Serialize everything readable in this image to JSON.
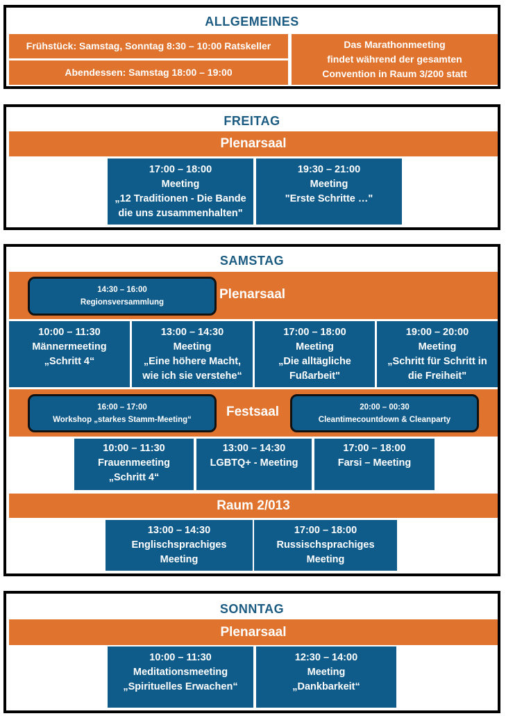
{
  "allgemeines": {
    "title": "ALLGEMEINES",
    "breakfast": "Frühstück: Samstag, Sonntag 8:30 – 10:00 Ratskeller",
    "dinner": "Abendessen: Samstag 18:00 – 19:00",
    "marathon": [
      "Das Marathonmeeting",
      "findet während der gesamten",
      "Convention in Raum 3/200 statt"
    ]
  },
  "freitag": {
    "title": "FREITAG",
    "room": "Plenarsaal",
    "events": [
      {
        "time": "17:00 – 18:00",
        "type": "Meeting",
        "lines": [
          "„12 Traditionen - Die Bande",
          "die uns zusammenhalten\""
        ]
      },
      {
        "time": "19:30 – 21:00",
        "type": "Meeting",
        "lines": [
          "\"Erste Schritte …\""
        ]
      }
    ]
  },
  "samstag": {
    "title": "SAMSTAG",
    "plenarsaal": {
      "room": "Plenarsaal",
      "pill": {
        "time": "14:30 – 16:00",
        "name": "Regionsversammlung"
      },
      "events": [
        {
          "time": "10:00 – 11:30",
          "type": "Männermeeting",
          "lines": [
            "„Schritt 4“"
          ]
        },
        {
          "time": "13:00 – 14:30",
          "type": "Meeting",
          "lines": [
            "„Eine höhere Macht,",
            "wie ich sie verstehe“"
          ]
        },
        {
          "time": "17:00 – 18:00",
          "type": "Meeting",
          "lines": [
            "„Die alltägliche",
            "Fußarbeit\""
          ]
        },
        {
          "time": "19:00 – 20:00",
          "type": "Meeting",
          "lines": [
            "„Schritt für Schritt in",
            "die Freiheit\""
          ]
        }
      ]
    },
    "festsaal": {
      "room": "Festsaal",
      "pill_left": {
        "time": "16:00 – 17:00",
        "name": "Workshop „starkes Stamm-Meeting“"
      },
      "pill_right": {
        "time": "20:00 – 00:30",
        "name": "Cleantimecountdown & Cleanparty"
      },
      "events": [
        {
          "time": "10:00 – 11:30",
          "type": "Frauenmeeting",
          "lines": [
            "„Schritt 4“"
          ]
        },
        {
          "time": "13:00 – 14:30",
          "type": "LGBTQ+ -  Meeting",
          "lines": []
        },
        {
          "time": "17:00 – 18:00",
          "type": "Farsi – Meeting",
          "lines": []
        }
      ]
    },
    "raum": {
      "room": "Raum 2/013",
      "events": [
        {
          "time": "13:00 – 14:30",
          "type": "Englischsprachiges",
          "lines": [
            "Meeting"
          ]
        },
        {
          "time": "17:00 – 18:00",
          "type": "Russischsprachiges",
          "lines": [
            "Meeting"
          ]
        }
      ]
    }
  },
  "sonntag": {
    "title": "SONNTAG",
    "room": "Plenarsaal",
    "events": [
      {
        "time": "10:00 – 11:30",
        "type": "Meditationsmeeting",
        "lines": [
          "„Spirituelles Erwachen“"
        ]
      },
      {
        "time": "12:30 – 14:00",
        "type": "Meeting",
        "lines": [
          "„Dankbarkeit“"
        ]
      }
    ]
  },
  "colors": {
    "orange": "#e0732d",
    "blue": "#0f5b8a",
    "heading": "#1b5b82"
  }
}
